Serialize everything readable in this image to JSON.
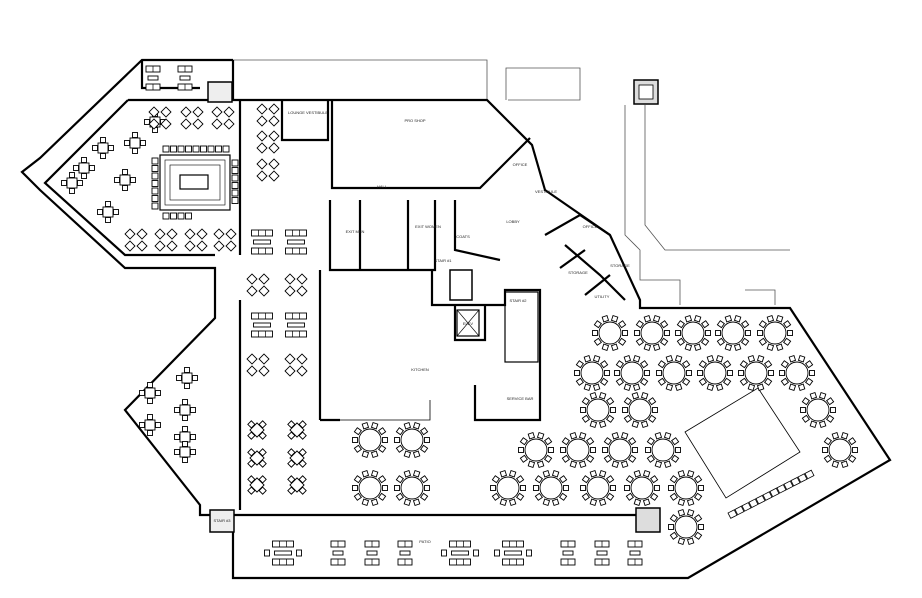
{
  "plan": {
    "rooms": {
      "lounge_vestibule": "LOUNGE VESTIBULE",
      "pro_shop": "PRO SHOP",
      "hall": "HALL",
      "exit_men": "EXIT MEN",
      "exit_women": "EXIT WOMEN",
      "coats": "COATS",
      "stair1": "STAIR #1",
      "lobby": "LOBBY",
      "vestibule": "VESTIBULE",
      "office_small": "OFFICE",
      "office": "OFFICE",
      "storage_1": "STORAGE",
      "storage_2": "STORAGE",
      "utility": "UTILITY",
      "stair2": "STAIR #2",
      "elev": "ELEV",
      "kitchen": "KITCHEN",
      "service_bar": "SERVICE BAR",
      "patio": "PATIO",
      "stair3": "STAIR #3"
    }
  }
}
